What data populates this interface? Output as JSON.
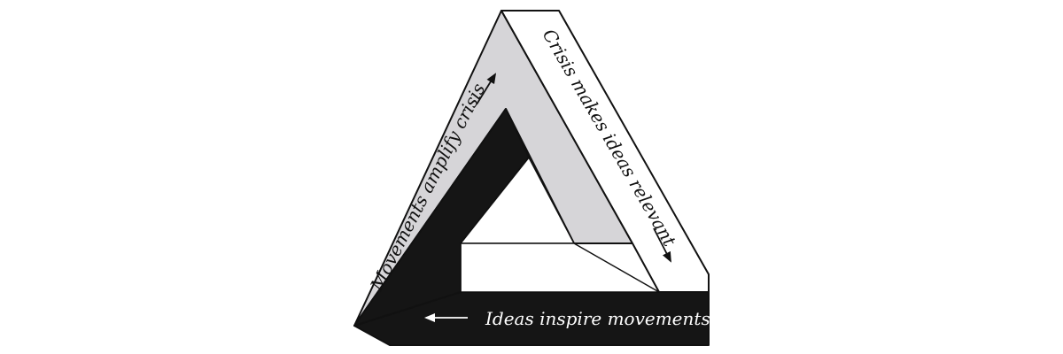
{
  "diagram": {
    "edges": {
      "left": "Movements amplify crisis",
      "right": "Crisis makes ideas relevant",
      "bottom": "Ideas inspire movements"
    },
    "colors": {
      "left_bar": "#d6d5d8",
      "right_bar": "#ffffff",
      "bottom_bar": "#151515",
      "inner_black": "#151515",
      "outline": "#111111",
      "text_dark": "#111111",
      "text_light": "#ffffff"
    }
  }
}
